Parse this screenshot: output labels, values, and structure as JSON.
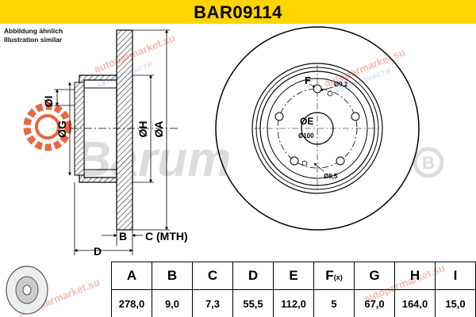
{
  "header": {
    "title": "BAR09114",
    "background": "#ffd400"
  },
  "notes": {
    "line1": "Abbildung ähnlich",
    "line2": "Illustration similar"
  },
  "drawing": {
    "labels": {
      "I": "ØI",
      "G": "ØG",
      "H": "ØH",
      "A": "ØA",
      "B": "B",
      "C": "C (MTH)",
      "D": "D",
      "F": "F",
      "E": "ØE",
      "hole": "Ø9,2",
      "pcd": "Ø100",
      "locator": "Ø8,5"
    },
    "line_color": "#000000",
    "hub_fill": "#e0162b"
  },
  "watermark": {
    "brand": "Barum",
    "text": "autoparmarket.su",
    "sub": "АВТОЗАПЧАСТИ"
  },
  "spec_table": {
    "headers": [
      "A",
      "B",
      "C",
      "D",
      "E",
      "F",
      "G",
      "H",
      "I"
    ],
    "header_F_suffix": "(x)",
    "values": [
      "278,0",
      "9,0",
      "7,3",
      "55,5",
      "112,0",
      "5",
      "67,0",
      "164,0",
      "15,0"
    ]
  }
}
